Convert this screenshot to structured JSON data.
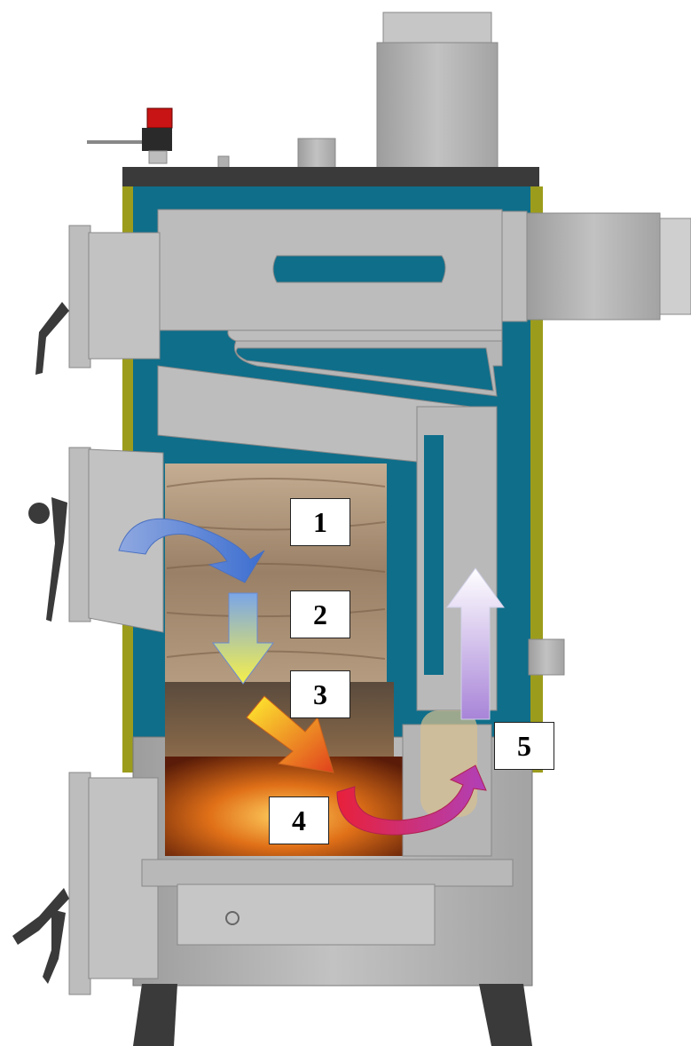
{
  "diagram": {
    "stage_labels": {
      "s1": "1",
      "s2": "2",
      "s3": "3",
      "s4": "4",
      "s5": "5"
    }
  },
  "colors": {
    "steel": "#b4b4b4",
    "steel_dark": "#8f8f8f",
    "water_jacket": "#0f6e8a",
    "insulation": "#9c9c1c",
    "top_cap": "#3a3a3a",
    "red_valve": "#c81414",
    "wood": "#a89078",
    "flame": "#d86a10"
  },
  "icons": {
    "valve": "safety-valve-icon",
    "handle": "door-handle-icon"
  }
}
